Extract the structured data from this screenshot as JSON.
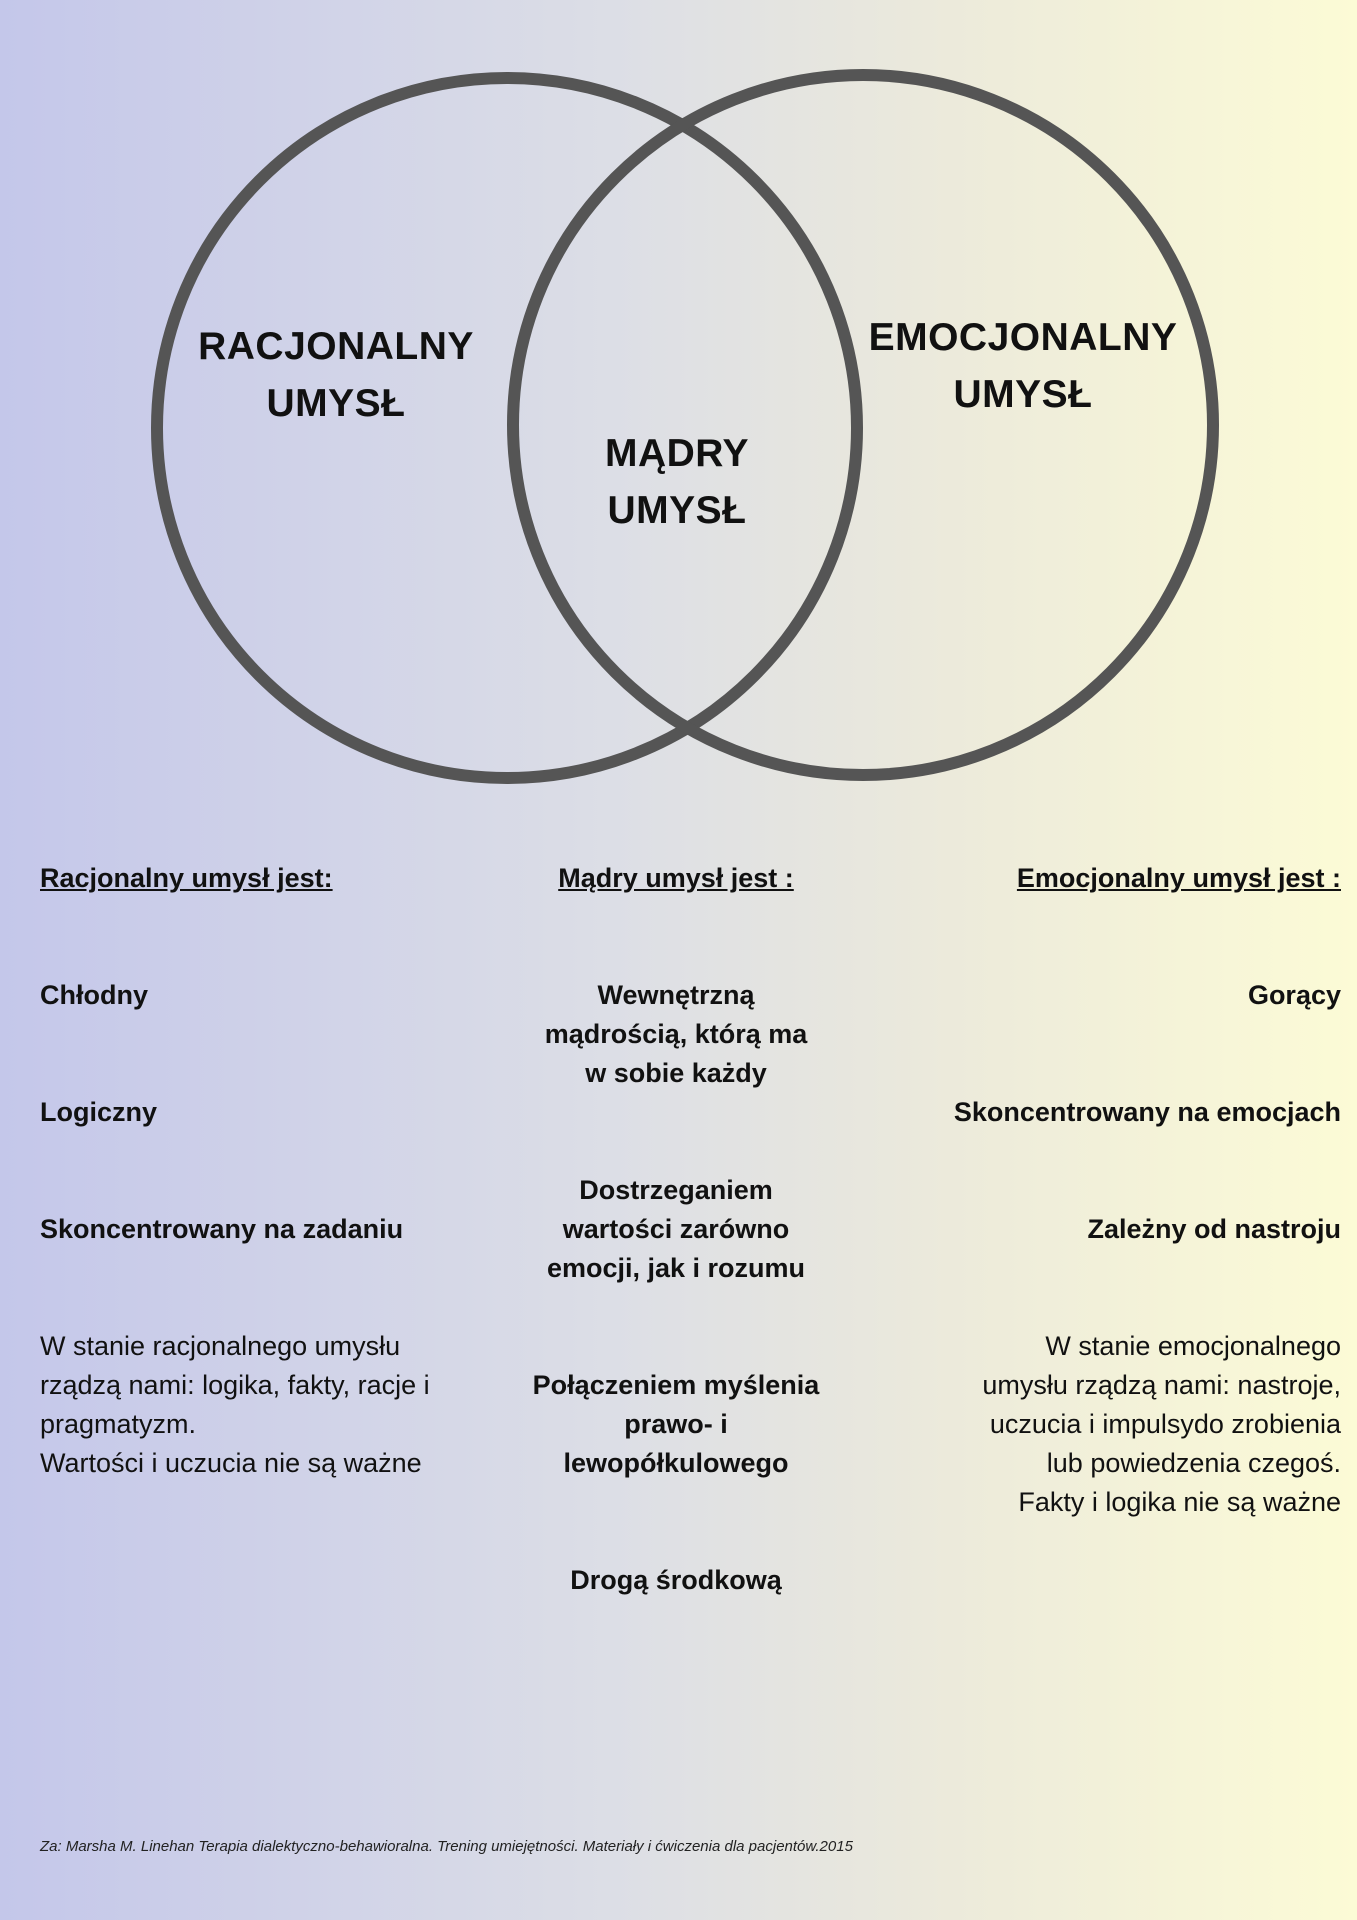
{
  "diagram": {
    "circle_color": "#555555",
    "labels": {
      "rational": "RACJONALNY\nUMYSŁ",
      "wise": "MĄDRY\nUMYSŁ",
      "emotional": "EMOCJONALNY\nUMYSŁ"
    }
  },
  "columns": {
    "left": {
      "header": "Racjonalny umysł jest:",
      "items": [
        "Chłodny",
        "Logiczny",
        "Skoncentrowany na zadaniu"
      ],
      "paragraph": "W stanie racjonalnego umysłu\nrządzą nami: logika, fakty, racje i\npragmatyzm.\nWartości i uczucia nie są ważne"
    },
    "middle": {
      "header": "Mądry umysł jest :",
      "items": [
        "Wewnętrzną\nmądrością, którą ma\nw sobie każdy",
        "Dostrzeganiem\nwartości zarówno\nemocji, jak i rozumu",
        "Połączeniem myślenia\nprawo- i\nlewopółkulowego",
        "Drogą środkową"
      ]
    },
    "right": {
      "header": "Emocjonalny umysł jest :",
      "items": [
        "Gorący",
        "Skoncentrowany na emocjach",
        "Zależny od nastroju"
      ],
      "paragraph": "W stanie emocjonalnego\numysłu rządzą nami: nastroje,\nuczucia i impulsydo zrobienia\nlub powiedzenia czegoś. \nFakty i logika nie są ważne"
    }
  },
  "footer": "Za: Marsha M. Linehan Terapia dialektyczno-behawioralna. Trening umiejętności. Materiały i ćwiczenia dla pacjentów.2015"
}
